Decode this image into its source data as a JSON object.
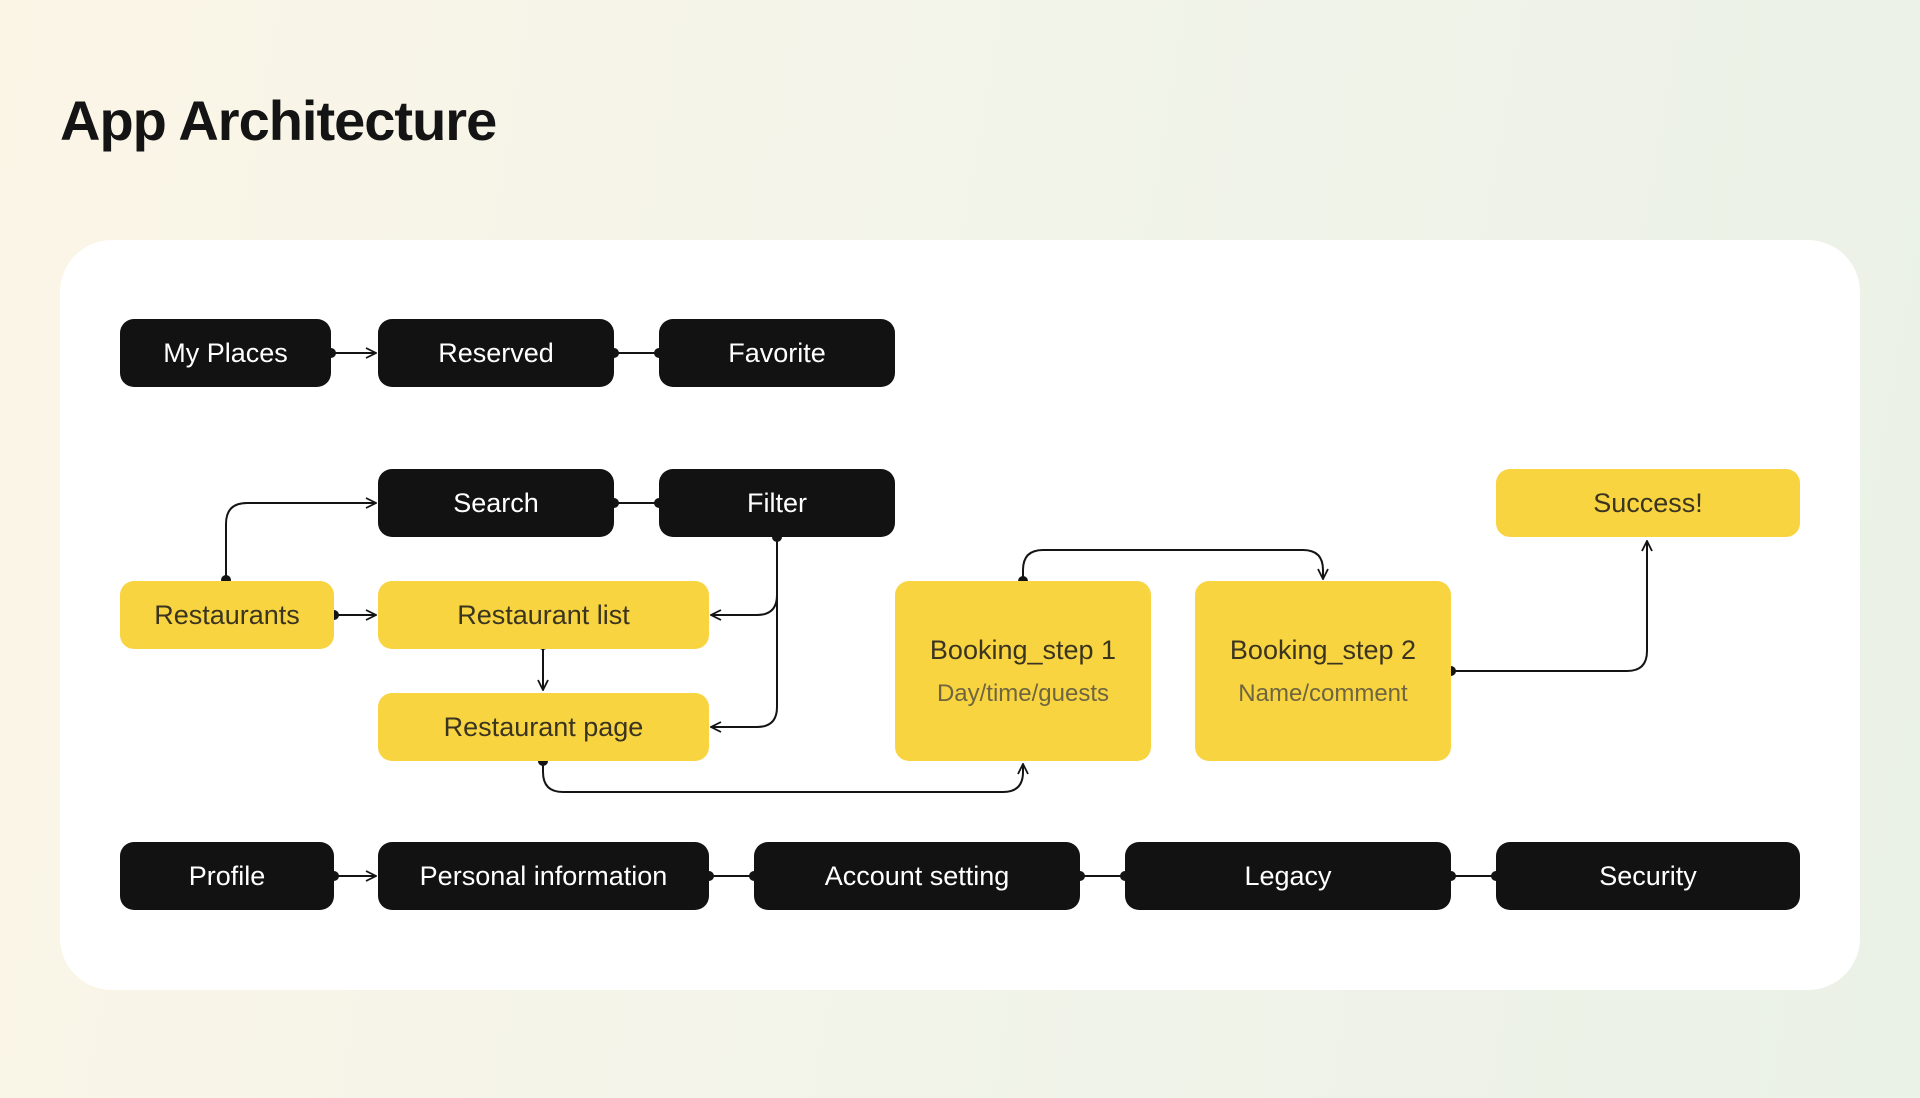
{
  "page": {
    "title": "App Architecture"
  },
  "colors": {
    "dark_node": "#121212",
    "yellow_node": "#f8d440",
    "connector": "#141414",
    "card": "#ffffff"
  },
  "nodes": {
    "my_places": {
      "label": "My Places"
    },
    "reserved": {
      "label": "Reserved"
    },
    "favorite": {
      "label": "Favorite"
    },
    "search": {
      "label": "Search"
    },
    "filter": {
      "label": "Filter"
    },
    "success": {
      "label": "Success!"
    },
    "restaurants": {
      "label": "Restaurants"
    },
    "restaurant_list": {
      "label": "Restaurant list"
    },
    "restaurant_page": {
      "label": "Restaurant page"
    },
    "booking_step1": {
      "label": "Booking_step 1",
      "sub": "Day/time/guests"
    },
    "booking_step2": {
      "label": "Booking_step 2",
      "sub": "Name/comment"
    },
    "profile": {
      "label": "Profile"
    },
    "personal_information": {
      "label": "Personal information"
    },
    "account_setting": {
      "label": "Account setting"
    },
    "legacy": {
      "label": "Legacy"
    },
    "security": {
      "label": "Security"
    }
  },
  "connections": [
    {
      "from": "My Places",
      "to": "Reserved",
      "arrow": true
    },
    {
      "from": "Reserved",
      "to": "Favorite",
      "arrow": false
    },
    {
      "from": "Restaurants",
      "to": "Search",
      "arrow": true
    },
    {
      "from": "Search",
      "to": "Filter",
      "arrow": false
    },
    {
      "from": "Restaurants",
      "to": "Restaurant list",
      "arrow": true
    },
    {
      "from": "Filter",
      "to": "Restaurant list",
      "arrow": true
    },
    {
      "from": "Filter",
      "to": "Restaurant page",
      "arrow": true
    },
    {
      "from": "Restaurant list",
      "to": "Restaurant page",
      "arrow": true
    },
    {
      "from": "Restaurant page",
      "to": "Booking_step 1",
      "arrow": true
    },
    {
      "from": "Booking_step 1",
      "to": "Booking_step 2",
      "arrow": true
    },
    {
      "from": "Booking_step 2",
      "to": "Success!",
      "arrow": true
    },
    {
      "from": "Profile",
      "to": "Personal information",
      "arrow": true
    },
    {
      "from": "Personal information",
      "to": "Account setting",
      "arrow": false
    },
    {
      "from": "Account setting",
      "to": "Legacy",
      "arrow": false
    },
    {
      "from": "Legacy",
      "to": "Security",
      "arrow": false
    }
  ]
}
